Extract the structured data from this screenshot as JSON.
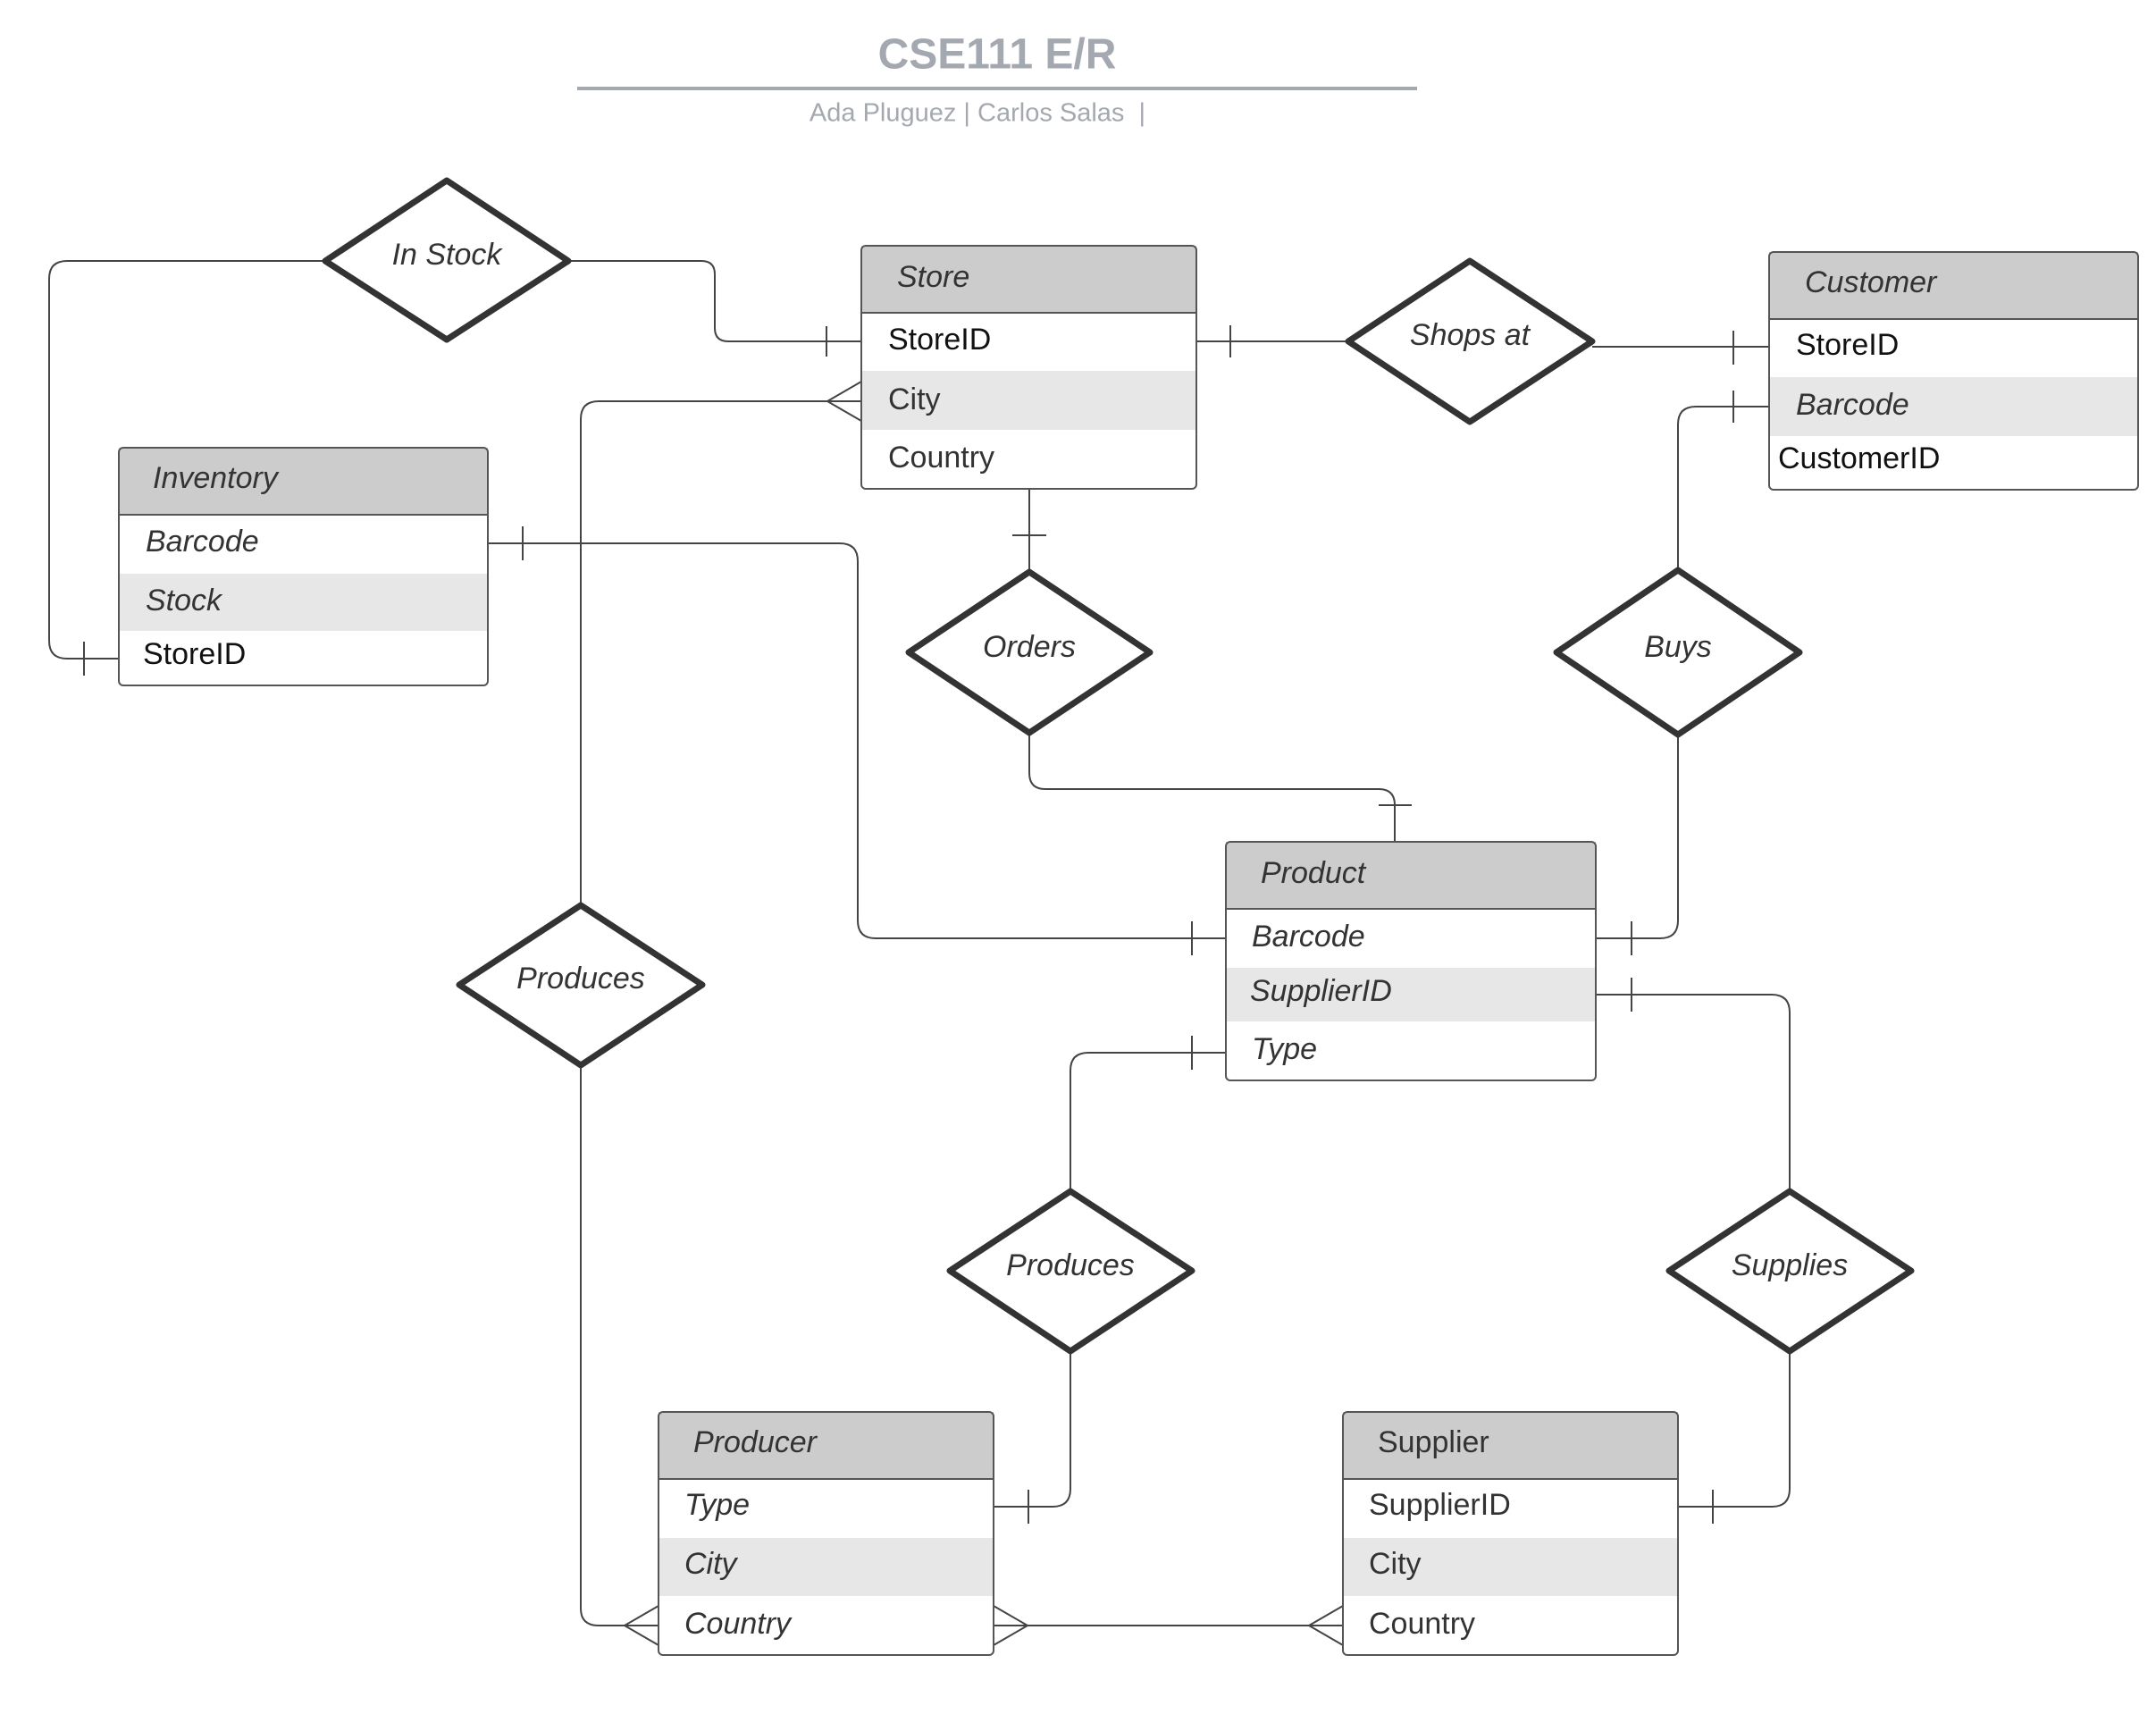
{
  "title": "CSE111 E/R",
  "subtitle": "Ada Pluguez | Carlos Salas  |",
  "entities": {
    "store": {
      "name": "Store",
      "attributes": [
        "StoreID",
        "City",
        "Country"
      ]
    },
    "customer": {
      "name": "Customer",
      "attributes": [
        "StoreID",
        "Barcode",
        "CustomerID"
      ]
    },
    "inventory": {
      "name": "Inventory",
      "attributes": [
        "Barcode",
        "Stock",
        "StoreID"
      ]
    },
    "product": {
      "name": "Product",
      "attributes": [
        "Barcode",
        "SupplierID",
        "Type"
      ]
    },
    "producer": {
      "name": "Producer",
      "attributes": [
        "Type",
        "City",
        "Country"
      ]
    },
    "supplier": {
      "name": "Supplier",
      "attributes": [
        "SupplierID",
        "City",
        "Country"
      ]
    }
  },
  "relationships": {
    "in_stock": "In Stock",
    "shops_at": "Shops at",
    "orders": "Orders",
    "buys": "Buys",
    "produces_left": "Produces",
    "produces_right": "Produces",
    "supplies": "Supplies"
  },
  "colors": {
    "header_fill": "#cccccc",
    "stripe_fill": "#e7e7e7",
    "title_color": "#a4a8b0"
  }
}
